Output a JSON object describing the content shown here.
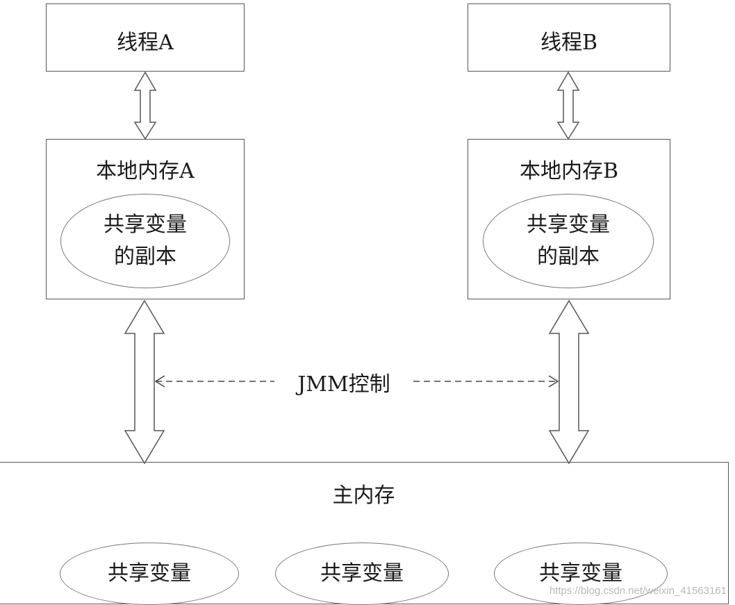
{
  "thread_a": {
    "title": "线程A"
  },
  "thread_b": {
    "title": "线程B"
  },
  "local_memory_a": {
    "title": "本地内存A",
    "copy_line1": "共享变量",
    "copy_line2": "的副本"
  },
  "local_memory_b": {
    "title": "本地内存B",
    "copy_line1": "共享变量",
    "copy_line2": "的副本"
  },
  "jmm_label": "JMM控制",
  "main_memory": {
    "title": "主内存",
    "variables": [
      "共享变量",
      "共享变量",
      "共享变量"
    ]
  },
  "watermark": "https://blog.csdn.net/weixin_41563161",
  "colors": {
    "stroke": "#555555",
    "background": "#ffffff"
  }
}
